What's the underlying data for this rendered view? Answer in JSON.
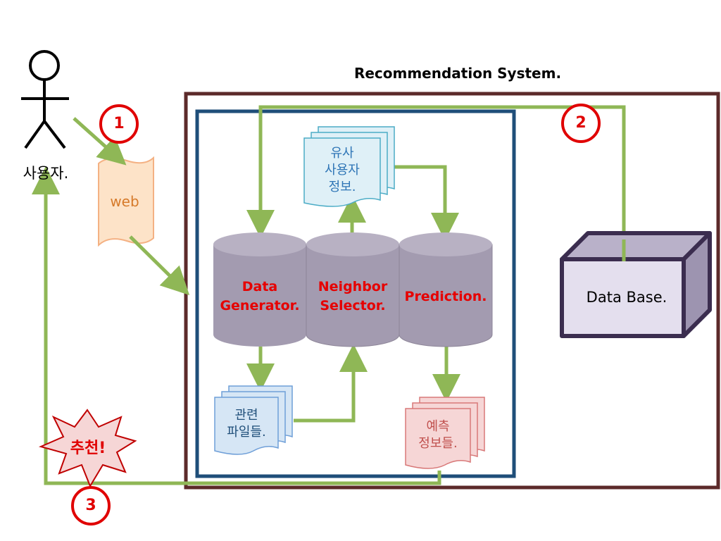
{
  "title": "Recommendation System.",
  "user": {
    "label": "사용자."
  },
  "web": {
    "label": "web"
  },
  "steps": [
    "1",
    "2",
    "3"
  ],
  "components": {
    "data_generator": [
      "Data",
      "Generator."
    ],
    "neighbor_selector": [
      "Neighbor",
      "Selector."
    ],
    "prediction": [
      "Prediction."
    ]
  },
  "documents": {
    "similar_users": [
      "유사",
      "사용자",
      "정보."
    ],
    "related_files": [
      "관련",
      "파일들."
    ],
    "prediction_info": [
      "예측",
      "정보들."
    ]
  },
  "database": {
    "label": "Data Base."
  },
  "recommendation": {
    "label": "추천!"
  },
  "colors": {
    "outer_box": "#5c2a2a",
    "inner_box": "#1f4e79",
    "arrow": "#8fb756",
    "cylinder": "#a39bb0",
    "cylinder_top": "#b8b1c3",
    "highlight_red": "#e00000",
    "web_fill": "#fde3c8",
    "web_stroke": "#f4b183",
    "doc_blue_fill": "#d6e6f5",
    "doc_cyan_fill": "#dff0f7",
    "doc_red_fill": "#f6d6d6",
    "db_front": "#e4dfee",
    "db_stroke": "#3b2d4f"
  }
}
